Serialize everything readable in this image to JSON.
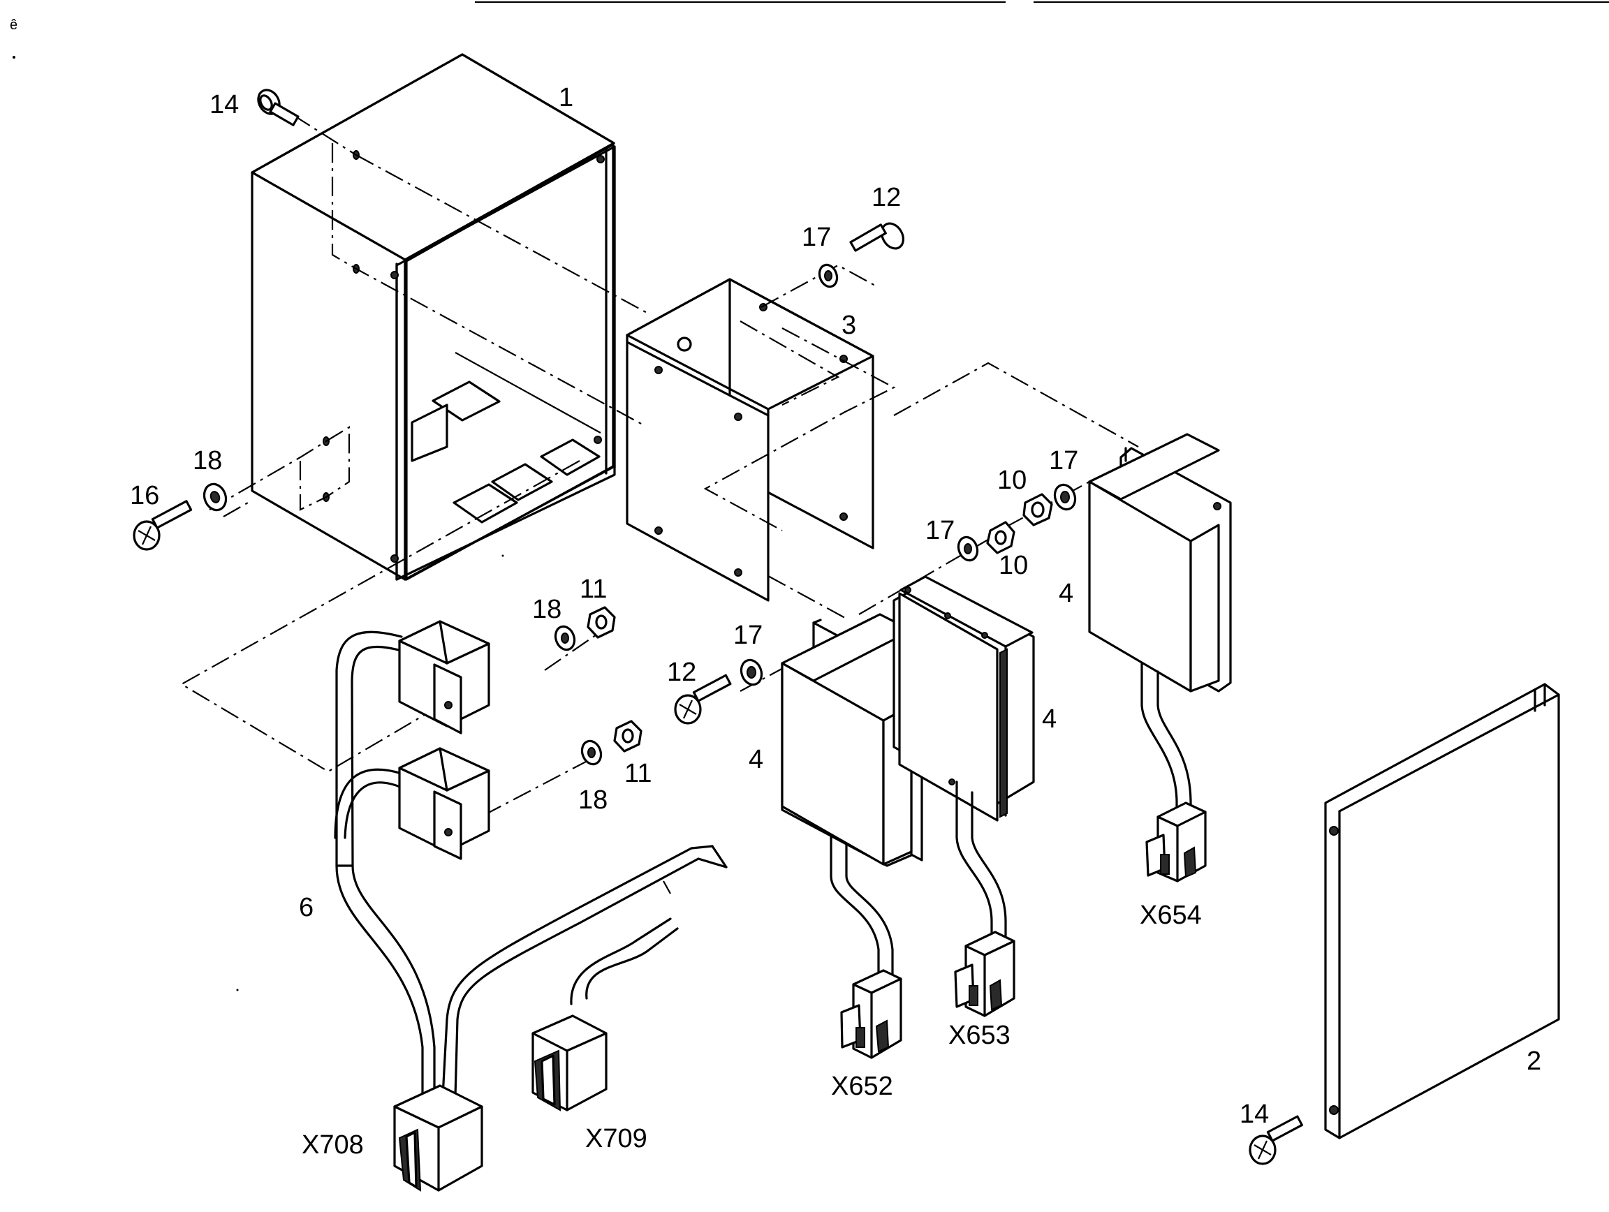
{
  "callouts": {
    "enclosure": "1",
    "cover": "2",
    "mounting_plate": "3",
    "module_left": "4",
    "module_middle": "4",
    "module_right": "4",
    "harness": "6",
    "nut_upper_left": "10",
    "nut_upper_right": "10",
    "nut_harness_top": "11",
    "nut_harness_bottom": "11",
    "screw_plate_top": "12",
    "screw_module": "12",
    "screw_enclosure_top": "14",
    "screw_cover": "14",
    "screw_enclosure_side": "16",
    "washer_plate_top": "17",
    "washer_module": "17",
    "washer_middle": "17",
    "washer_right": "17",
    "washer_enclosure_side": "18",
    "washer_harness_top": "18",
    "washer_harness_bottom": "18"
  },
  "connectors": {
    "x652": "X652",
    "x653": "X653",
    "x654": "X654",
    "x708": "X708",
    "x709": "X709"
  }
}
